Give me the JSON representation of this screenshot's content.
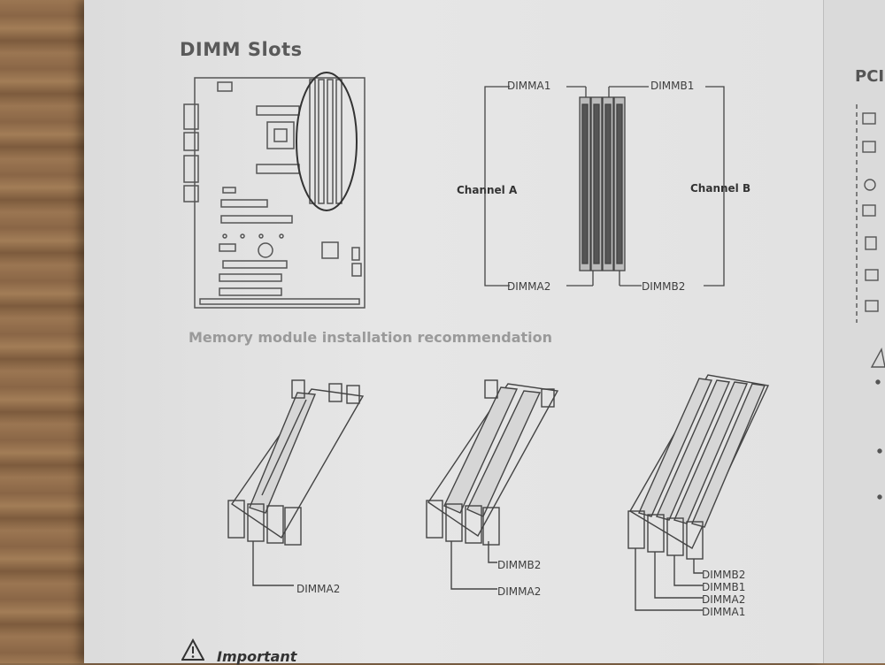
{
  "page": {
    "title": "DIMM Slots",
    "subtitle": "Memory module installation recommendation",
    "important": "Important"
  },
  "slot_diagram": {
    "top_labels": [
      "DIMMA1",
      "DIMMB1"
    ],
    "bottom_labels": [
      "DIMMA2",
      "DIMMB2"
    ],
    "channel_a": "Channel A",
    "channel_b": "Channel B"
  },
  "recommendations": [
    {
      "labels": [
        "DIMMA2"
      ]
    },
    {
      "labels": [
        "DIMMB2",
        "DIMMA2"
      ]
    },
    {
      "labels": [
        "DIMMB2",
        "DIMMB1",
        "DIMMA2",
        "DIMMA1"
      ]
    }
  ],
  "next_page": {
    "title": "PCI"
  },
  "colors": {
    "paper": "#e3e3e3",
    "line": "#444444",
    "label": "#3e3e3e"
  }
}
